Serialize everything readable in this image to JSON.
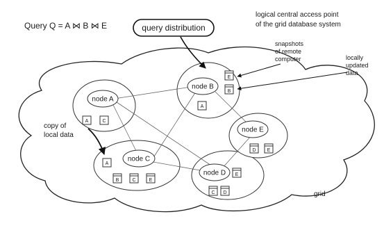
{
  "query": "Query Q = A ⋈ B ⋈ E",
  "query_distribution": "query distribution",
  "access_point": [
    "logical central access point",
    "of the grid database system"
  ],
  "snapshots": [
    "snapshots",
    "of remote",
    "computer"
  ],
  "locally_updated": [
    "locally",
    "updated",
    "data"
  ],
  "copy_local": [
    "copy of",
    "local data"
  ],
  "grid": "grid",
  "nodes": {
    "a": {
      "label": "node A",
      "tables": [
        "A",
        "C"
      ]
    },
    "b": {
      "label": "node B",
      "tables": [
        "E",
        "B",
        "A"
      ]
    },
    "c": {
      "label": "node C",
      "tables": [
        "A",
        "B",
        "C",
        "E"
      ]
    },
    "d": {
      "label": "node D",
      "tables": [
        "E",
        "C",
        "D"
      ]
    },
    "e": {
      "label": "node E",
      "tables": [
        "D",
        "E"
      ]
    }
  }
}
